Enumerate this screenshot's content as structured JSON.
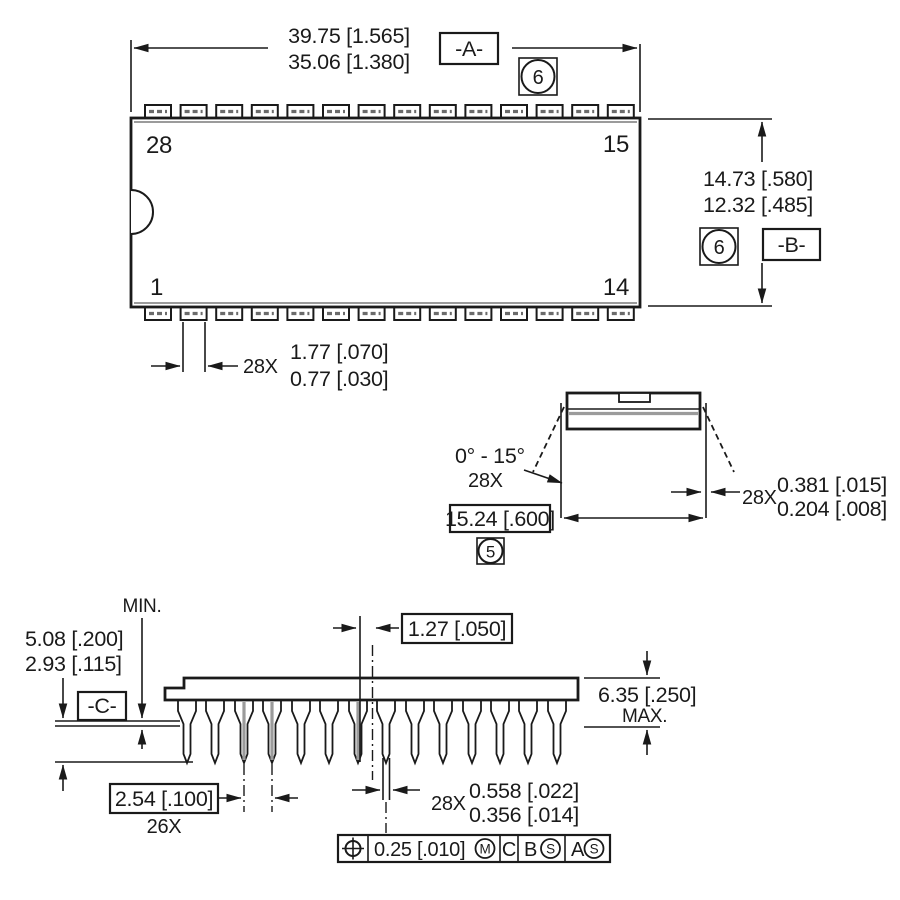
{
  "drawing": {
    "colors": {
      "line": "#1a1a1a",
      "gray": "#9b9b9b",
      "background": "#ffffff"
    },
    "top_view": {
      "overall_length_mm": "39.75 [1.565]",
      "body_length_mm": "35.06 [1.380]",
      "datum_a": "-A-",
      "note_6_top": "6",
      "body_width_max": "14.73 [.580]",
      "body_width_min": "12.32 [.485]",
      "note_6_right": "6",
      "datum_b": "-B-",
      "pin_top_left": "28",
      "pin_top_right": "15",
      "pin_bottom_left": "1",
      "pin_bottom_right": "14",
      "lead_count_note": "28X",
      "lead_width_max": "1.77 [.070]",
      "lead_width_min": "0.77 [.030]"
    },
    "end_view": {
      "lead_angle_range": "0° - 15°",
      "lead_angle_count": "28X",
      "lead_thickness_count": "28X",
      "lead_thickness_max": "0.381 [.015]",
      "lead_thickness_min": "0.204 [.008]",
      "row_spacing_basic": "15.24 [.600]",
      "note_5": "5"
    },
    "side_view": {
      "min_label": "MIN.",
      "standoff_max": "5.08 [.200]",
      "standoff_min": "2.93 [.115]",
      "datum_c": "-C-",
      "half_pitch_basic": "1.27 [.050]",
      "body_height": "6.35 [.250]",
      "body_height_qualifier": "MAX.",
      "pitch_basic": "2.54 [.100]",
      "pitch_count": "26X",
      "tip_count": "28X",
      "tip_width_max": "0.558 [.022]",
      "tip_width_min": "0.356 [.014]"
    },
    "feature_control_frame": {
      "tolerance": "0.25 [.010]",
      "material_modifier": "M",
      "datum_primary": "C",
      "datum_secondary": "B",
      "datum_secondary_modifier": "S",
      "datum_tertiary": "A",
      "datum_tertiary_modifier": "S"
    }
  }
}
